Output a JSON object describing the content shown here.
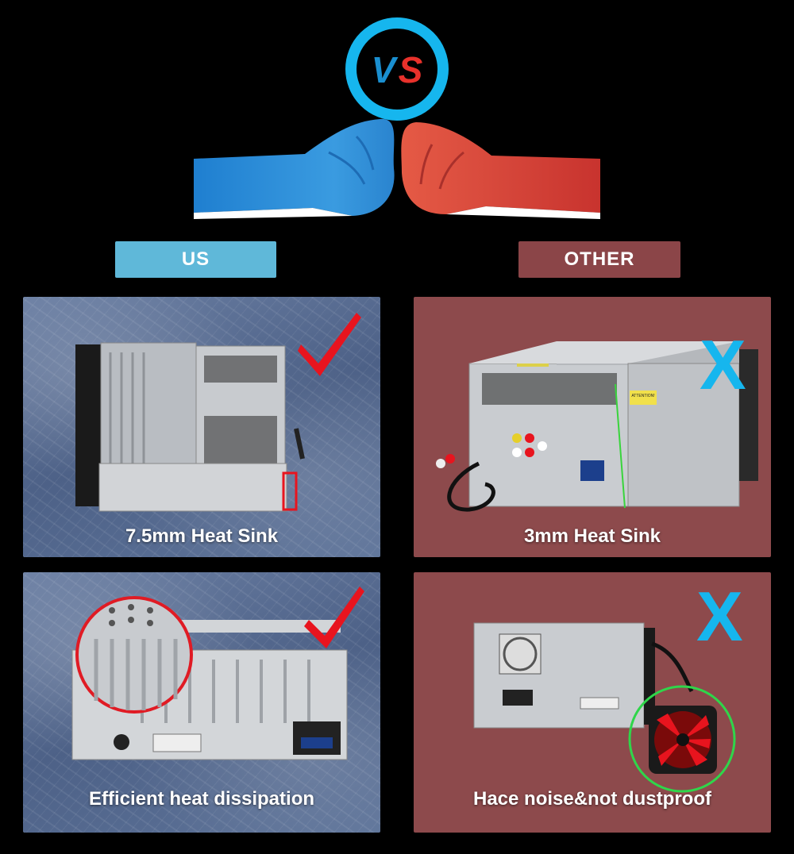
{
  "badge": {
    "text_v": "V",
    "text_s": "S",
    "ring_color": "#16b6ee",
    "v_color": "#1a8fd0",
    "s_color": "#e8312b"
  },
  "fists": {
    "left_color": "#2f8fd8",
    "right_color": "#e0503f"
  },
  "labels": {
    "us": {
      "text": "US",
      "color": "#5fb8d9"
    },
    "other": {
      "text": "OTHER",
      "color": "#8b4548"
    }
  },
  "panels": [
    {
      "caption": "7.5mm Heat Sink",
      "verdict_icon": "checkmark-icon",
      "verdict_color": "#e8141e"
    },
    {
      "caption": "3mm Heat Sink",
      "verdict_icon": "x-mark-icon",
      "verdict_color": "#16b6ee",
      "verdict_text": "X",
      "sticker_text": "ATTENTION!"
    },
    {
      "caption": "Efficient heat dissipation",
      "verdict_icon": "checkmark-icon",
      "verdict_color": "#e8141e"
    },
    {
      "caption": "Hace noise&not dustproof",
      "verdict_icon": "x-mark-icon",
      "verdict_color": "#16b6ee",
      "verdict_text": "X"
    }
  ]
}
